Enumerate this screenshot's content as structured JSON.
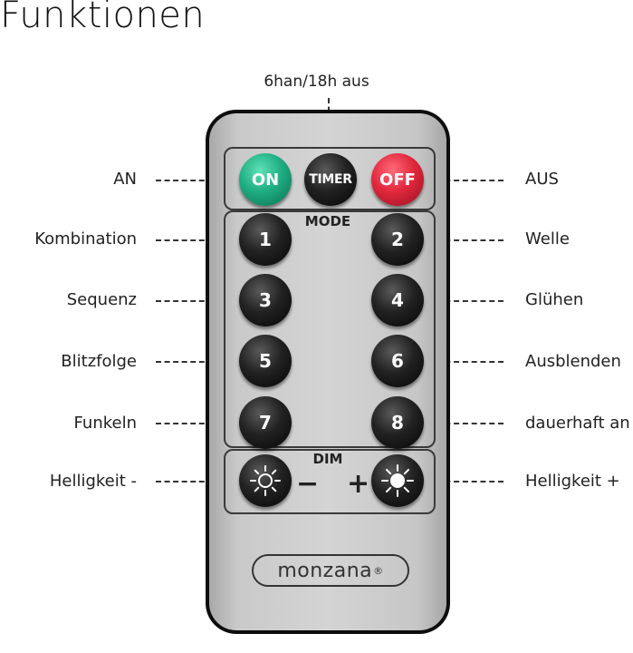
{
  "title": "Funktionen",
  "timer_label": "6han/18h aus",
  "buttons": {
    "on": "ON",
    "timer": "TIMER",
    "off": "OFF",
    "b1": "1",
    "b2": "2",
    "b3": "3",
    "b4": "4",
    "b5": "5",
    "b6": "6",
    "b7": "7",
    "b8": "8"
  },
  "mode_label": "MODE",
  "dim_label": "DIM",
  "dim_minus": "−",
  "dim_plus": "+",
  "brand": "monzana",
  "brand_mark": "®",
  "labels_left": [
    "AN",
    "Kombination",
    "Sequenz",
    "Blitzfolge",
    "Funkeln",
    "Helligkeit -"
  ],
  "labels_right": [
    "AUS",
    "Welle",
    "Glühen",
    "Ausblenden",
    "dauerhaft an",
    "Helligkeit +"
  ],
  "colors": {
    "on": "#1fae82",
    "off": "#e2283d",
    "button": "#111111",
    "remote": "#d0d0d0"
  },
  "icons": [
    "sun-icon"
  ]
}
